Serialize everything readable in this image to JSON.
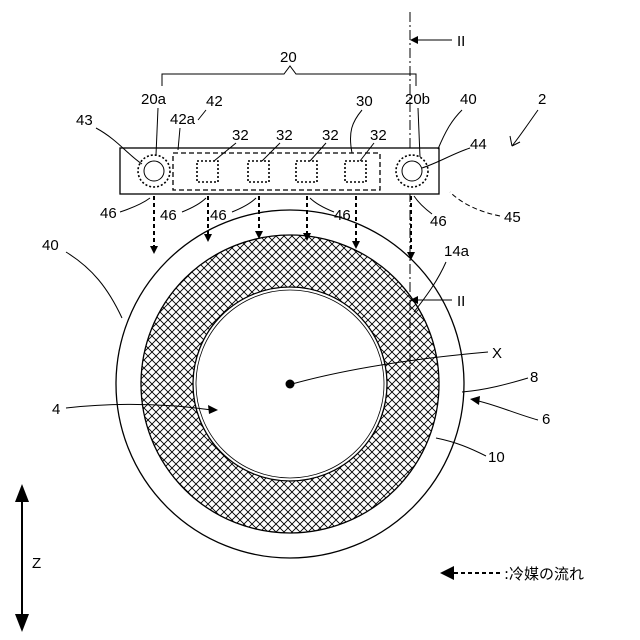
{
  "labels": {
    "section_mark": "II",
    "group_20": "20",
    "port_a": "20a",
    "port_b": "20b",
    "header_42": "42",
    "header_42a": "42a",
    "channel_30": "30",
    "casing_top": "40",
    "device_2": "2",
    "port_43": "43",
    "port_44": "44",
    "nozzle_32": "32",
    "flow_46": "46",
    "gap_45": "45",
    "casing_left": "40",
    "surface_14a": "14a",
    "axis_x": "X",
    "core_4": "4",
    "layer_8": "8",
    "ring_6": "6",
    "ring_10": "10",
    "direction_z": "Z"
  },
  "legend": {
    "text": ":冷媒の流れ"
  }
}
